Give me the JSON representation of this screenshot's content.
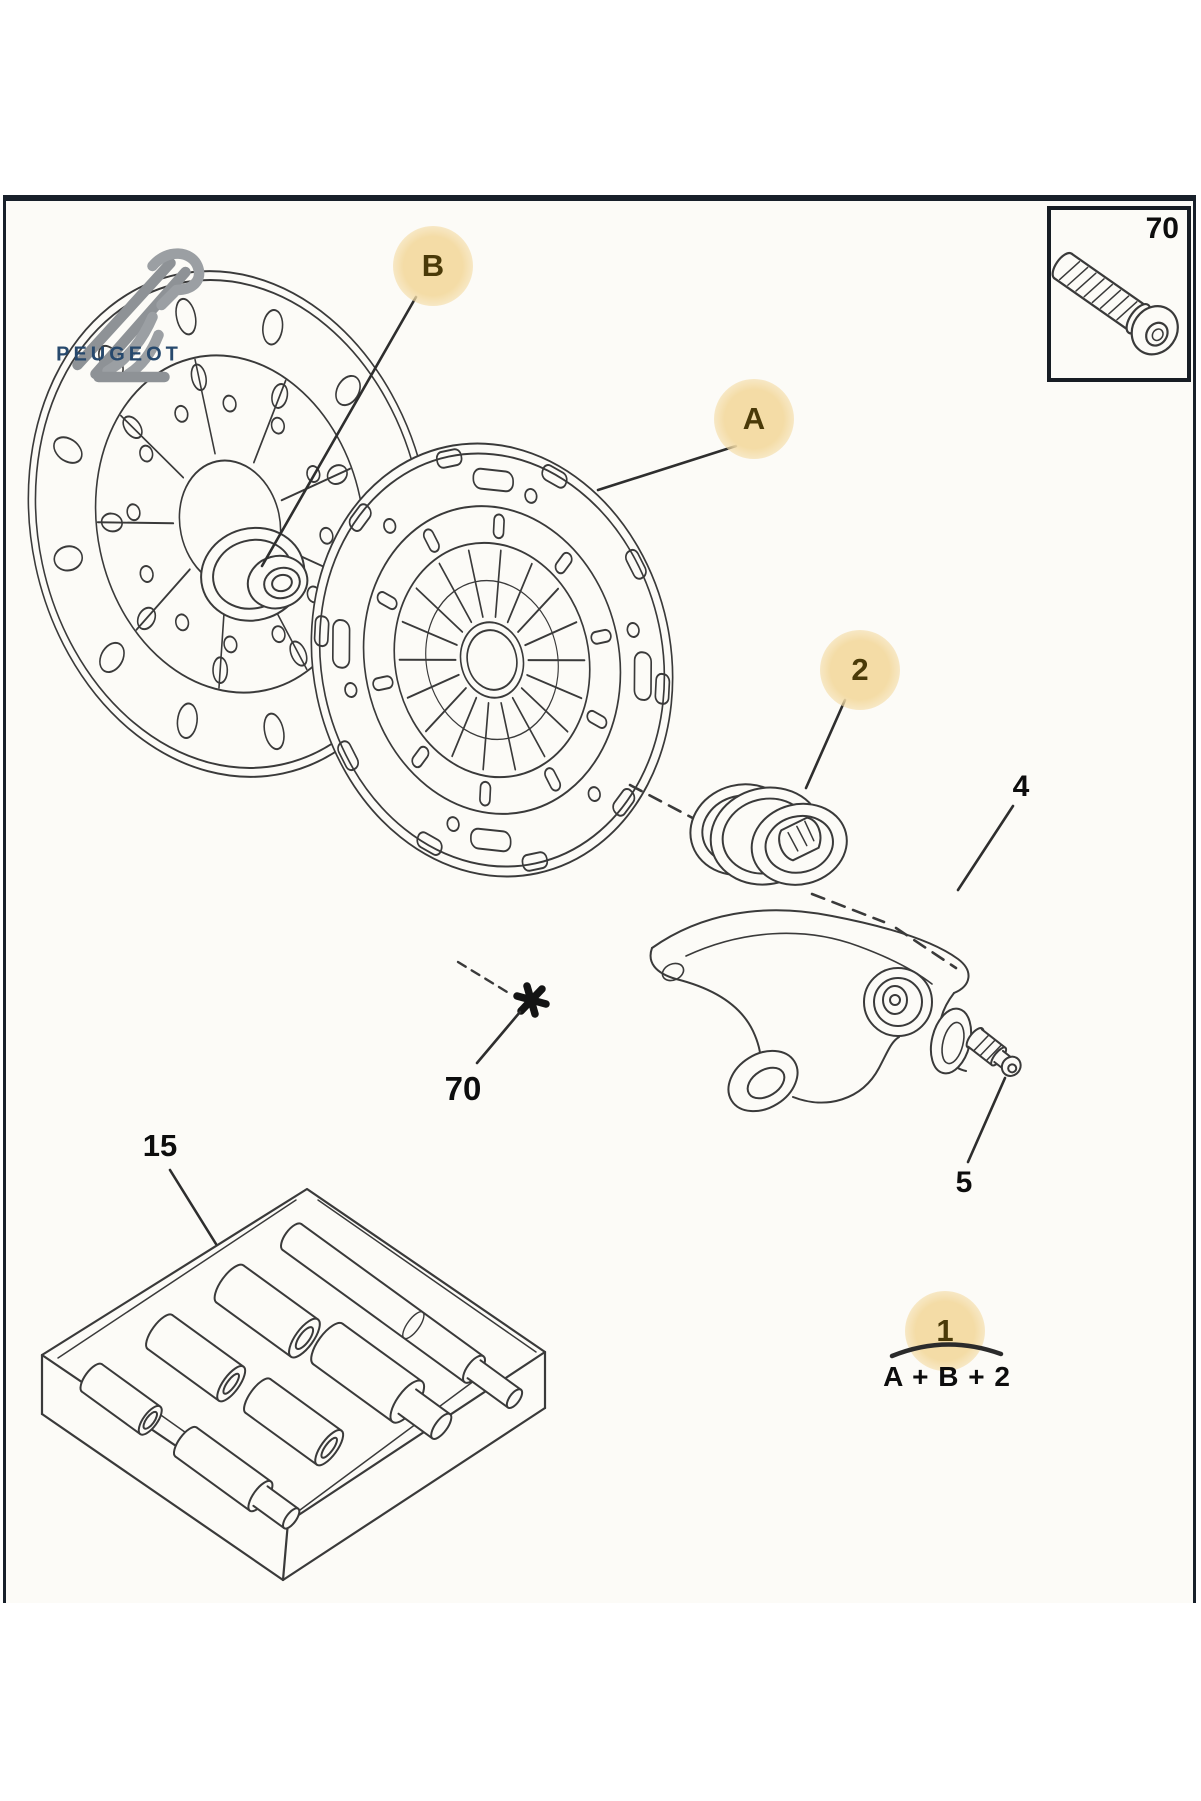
{
  "brand": {
    "name": "PEUGEOT"
  },
  "inset_box": {
    "part_number": "70"
  },
  "badges": {
    "b": {
      "label": "B"
    },
    "a": {
      "label": "A"
    },
    "two": {
      "label": "2"
    },
    "one": {
      "label": "1"
    }
  },
  "part_labels": {
    "fork": "4",
    "pivot_pin": "5",
    "bolt_marker": "70",
    "sleeve_box": "15"
  },
  "kit_formula": "A + B + 2",
  "colors": {
    "badge_background": "#f4dca6",
    "badge_text": "#4a3a08",
    "brand_blue": "#27496d",
    "line_art": "#3a3a3a",
    "frame_border": "#18202a"
  }
}
